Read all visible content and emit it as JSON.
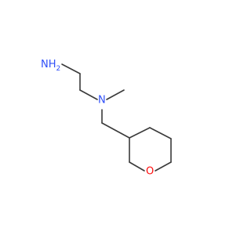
{
  "molecule": {
    "atoms": {
      "amine": {
        "text": "NH2",
        "main": "NH",
        "sub": "2",
        "color": "#3050f8"
      },
      "tertiary_n": {
        "text": "N",
        "color": "#3050f8"
      },
      "ring_oxygen": {
        "text": "O",
        "color": "#ff0d0d"
      }
    },
    "bond_color": "#3a3a3a"
  }
}
